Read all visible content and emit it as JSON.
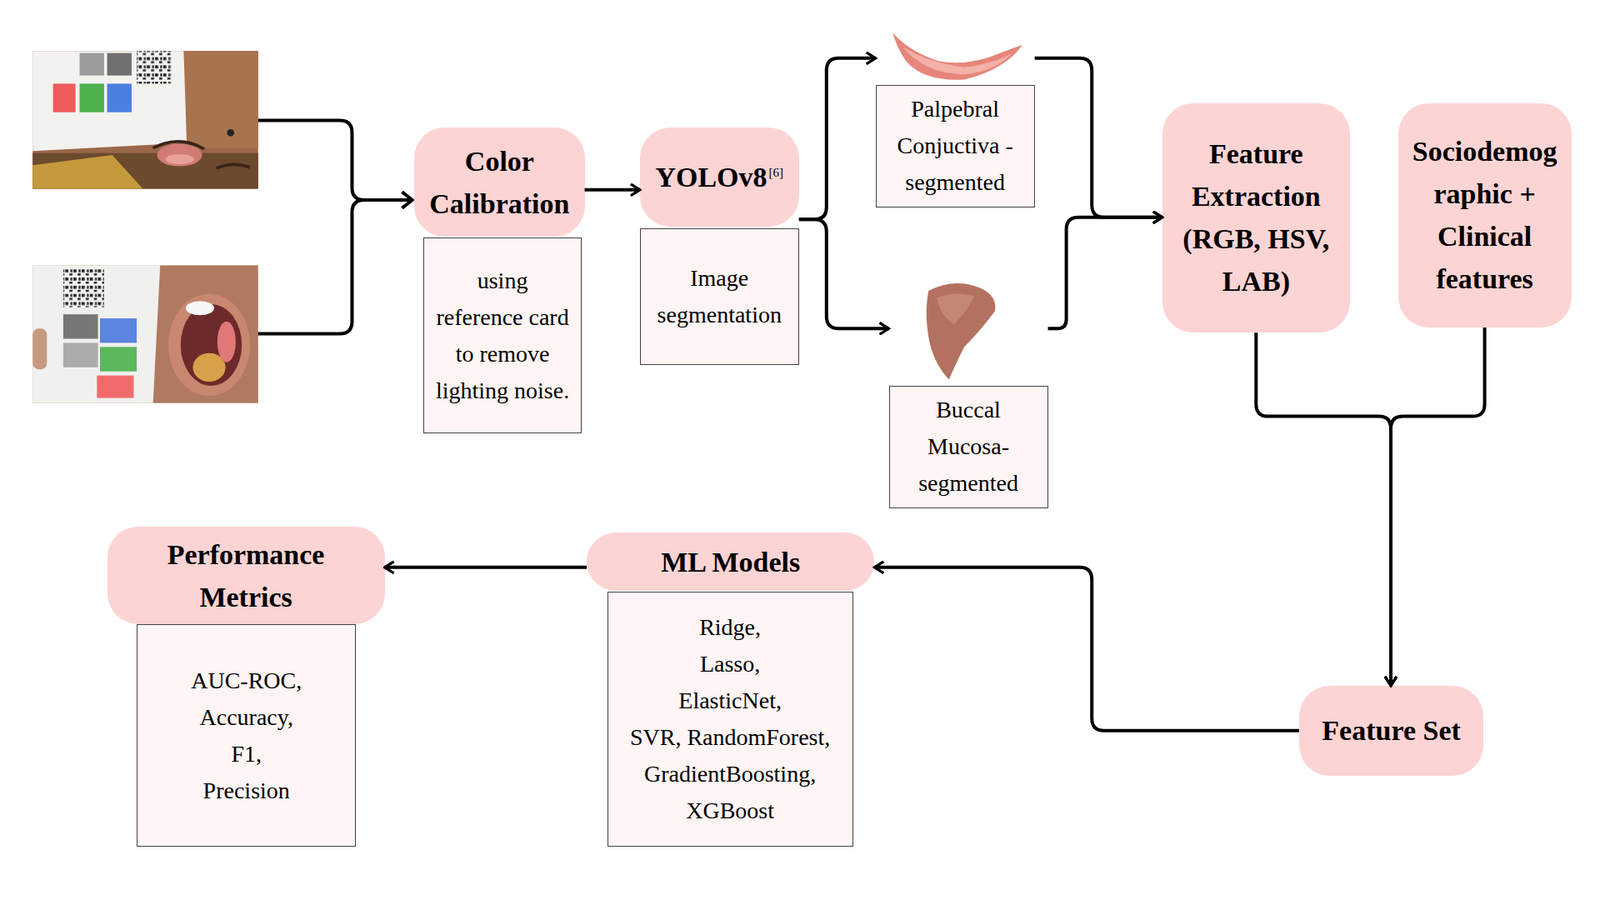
{
  "diagram": {
    "nodes": [
      {
        "text": [
          "Color Calibration"
        ]
      },
      {
        "text": [
          "using reference card to remove lighting noise."
        ]
      },
      {
        "text": [
          "YOLOv8",
          "[6]"
        ]
      },
      {
        "text": [
          "Image segmentation"
        ]
      },
      {
        "text": [
          "Palpebral Conjuctiva - segmented"
        ]
      },
      {
        "text": [
          "Buccal Mucosa- segmented"
        ]
      },
      {
        "text": [
          "Feature Extraction (RGB, HSV, LAB)"
        ]
      },
      {
        "text": [
          "Sociodemog raphic + Clinical features"
        ]
      },
      {
        "text": [
          "Feature Set"
        ]
      },
      {
        "text": [
          "ML Models"
        ]
      },
      {
        "text": [
          "Ridge,",
          "Lasso,",
          "ElasticNet,",
          "SVR, RandomForest,",
          "GradientBoosting,",
          "XGBoost"
        ]
      },
      {
        "text": [
          "Performance Metrics"
        ]
      },
      {
        "text": [
          "AUC-ROC,",
          "Accuracy,",
          "F1,",
          "Precision"
        ]
      }
    ],
    "edges": [
      {
        "from": 0,
        "to": 2,
        "arrow": "to"
      },
      {
        "from": 2,
        "to": 4,
        "arrow": "to"
      },
      {
        "from": 2,
        "to": 5,
        "arrow": "to"
      },
      {
        "from": 4,
        "to": 6,
        "arrow": "to"
      },
      {
        "from": 5,
        "to": 6,
        "arrow": "to"
      },
      {
        "from": 6,
        "to": 8,
        "arrow": "to"
      },
      {
        "from": 7,
        "to": 8,
        "arrow": "to"
      },
      {
        "from": 8,
        "to": 9,
        "arrow": "to"
      },
      {
        "from": 9,
        "to": 11,
        "arrow": "to"
      }
    ]
  }
}
